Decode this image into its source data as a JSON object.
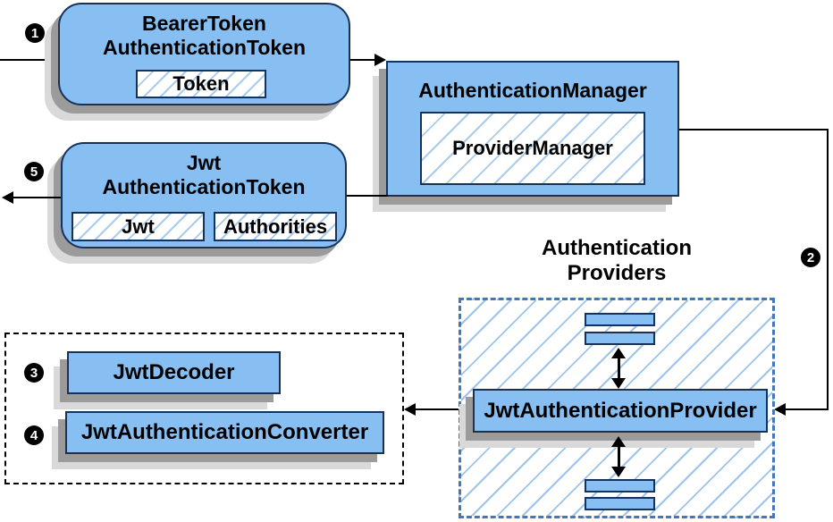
{
  "colors": {
    "node_fill": "#88bff2",
    "node_border": "#16325c",
    "hatch_line": "#a9cbec",
    "providers_dash_border": "#4577b8",
    "group_dash_border": "#000000",
    "shadow_dark": "#9b9b9b",
    "shadow_light": "#d9d9d9",
    "arrow": "#000000",
    "badge_bg": "#000000",
    "badge_text": "#ffffff"
  },
  "diagram": {
    "badges": {
      "step1": "1",
      "step2": "2",
      "step3": "3",
      "step4": "4",
      "step5": "5"
    },
    "bearer_token_node": {
      "title_line1": "BearerToken",
      "title_line2": "AuthenticationToken",
      "field_token": "Token"
    },
    "authentication_manager_node": {
      "title": "AuthenticationManager",
      "inner": "ProviderManager"
    },
    "jwt_authentication_token_node": {
      "title_line1": "Jwt",
      "title_line2": "AuthenticationToken",
      "field_jwt": "Jwt",
      "field_authorities": "Authorities"
    },
    "authentication_providers_group": {
      "label_line1": "Authentication",
      "label_line2": "Providers",
      "provider": "JwtAuthenticationProvider"
    },
    "jwt_tools_group": {
      "decoder": "JwtDecoder",
      "converter": "JwtAuthenticationConverter"
    }
  }
}
